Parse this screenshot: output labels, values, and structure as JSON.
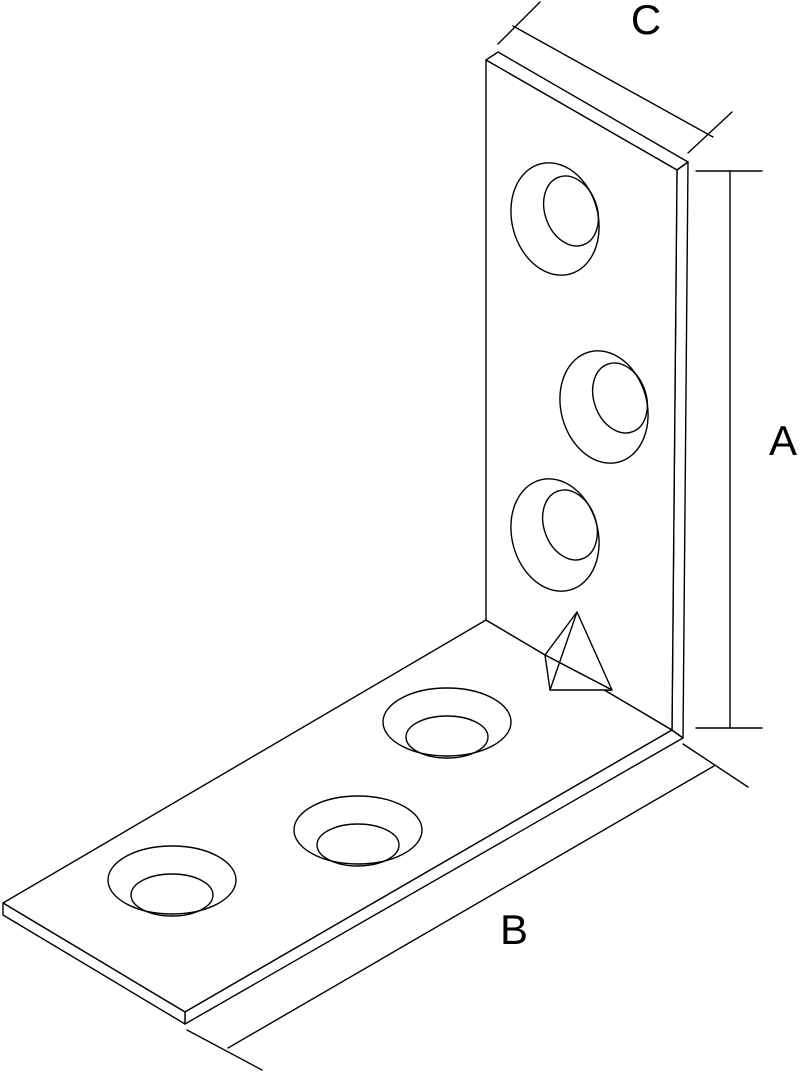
{
  "dimensions": {
    "a": {
      "label": "A"
    },
    "b": {
      "label": "B"
    },
    "c": {
      "label": "C"
    }
  },
  "part": {
    "vertical_leg_holes": 3,
    "horizontal_leg_holes": 3,
    "stiffening_rib": true
  }
}
